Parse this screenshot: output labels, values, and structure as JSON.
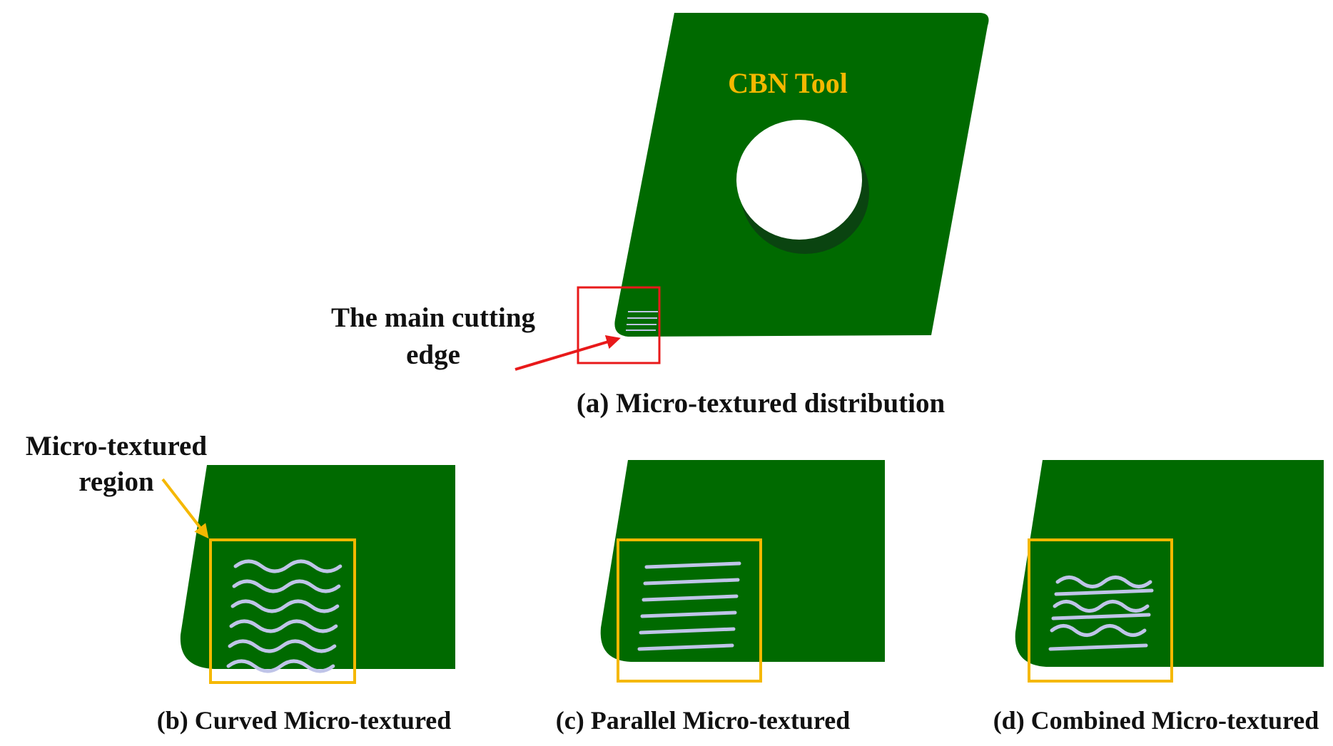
{
  "colors": {
    "tool_green": "#006a00",
    "tool_dark": "#0a4410",
    "texture": "#bfc4e8",
    "highlight_red": "#e8191a",
    "highlight_gold": "#f5b800",
    "text": "#111111"
  },
  "panel_a": {
    "tool_label": "CBN Tool",
    "edge_label_line1": "The main cutting",
    "edge_label_line2": "edge",
    "caption": "(a) Micro-textured distribution"
  },
  "region_label": {
    "line1": "Micro-textured",
    "line2": "region"
  },
  "panels": [
    {
      "id": "b",
      "caption": "(b) Curved Micro-textured",
      "texture": "curved"
    },
    {
      "id": "c",
      "caption": "(c) Parallel Micro-textured",
      "texture": "parallel"
    },
    {
      "id": "d",
      "caption": "(d) Combined Micro-textured",
      "texture": "combined"
    }
  ]
}
